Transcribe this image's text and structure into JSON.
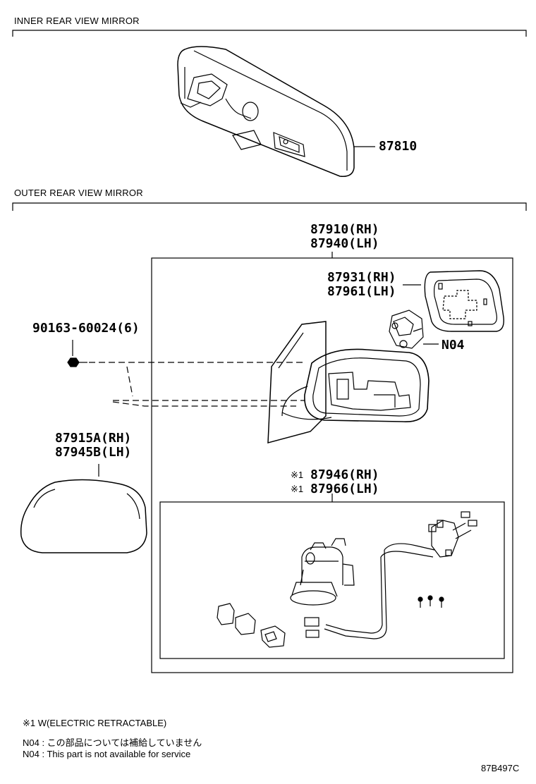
{
  "sections": {
    "inner_title": "INNER REAR VIEW MIRROR",
    "outer_title": "OUTER REAR VIEW MIRROR"
  },
  "parts": {
    "inner_mirror": "87810",
    "outer_assy_rh": "87910(RH)",
    "outer_assy_lh": "87940(LH)",
    "glass_rh": "87931(RH)",
    "glass_lh": "87961(LH)",
    "n04_label": "N04",
    "screw": "90163-60024(6)",
    "cover_rh": "87915A(RH)",
    "cover_lh": "87945B(LH)",
    "retract_rh": "87946(RH)",
    "retract_lh": "87966(LH)",
    "retract_mark": "※1"
  },
  "notes": {
    "note1": "※1 W(ELECTRIC RETRACTABLE)",
    "note2": "N04 :  この部品については補給していません",
    "note3": "N04 :  This part is not available for service"
  },
  "diagram_code": "87B497C"
}
